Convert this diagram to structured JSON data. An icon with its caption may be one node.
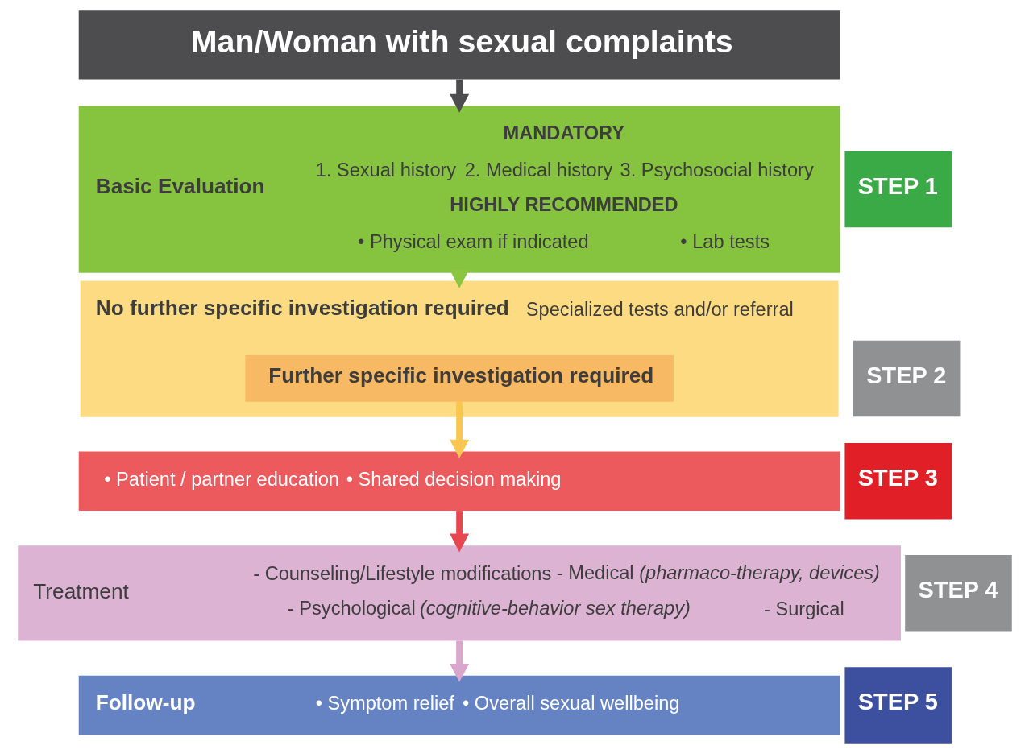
{
  "diagram": {
    "nodes": [
      {
        "text": [
          "Man/Woman with sexual complaints"
        ]
      },
      {
        "text": [
          "STEP 1"
        ]
      },
      {
        "text": [
          "Basic Evaluation",
          "MANDATORY",
          "1. Sexual history",
          "2. Medical history",
          "3. Psychosocial history",
          "HIGHLY RECOMMENDED",
          "• Physical exam if indicated",
          "• Lab tests"
        ]
      },
      {
        "text": [
          "STEP 2"
        ]
      },
      {
        "text": [
          "No further specific investigation required",
          "Specialized tests and/or referral"
        ]
      },
      {
        "text": [
          "Further specific investigation required"
        ],
        "in": 4
      },
      {
        "text": [
          "STEP 3"
        ]
      },
      {
        "text": [
          "• Patient / partner education",
          "• Shared decision making"
        ]
      },
      {
        "text": [
          "STEP 4"
        ]
      },
      {
        "text": [
          "Treatment",
          "- Counseling/Lifestyle modifications",
          "- Psychological *(cognitive-behavior sex therapy)*",
          "- Medical *(pharmaco-therapy, devices)*",
          "- Surgical"
        ]
      },
      {
        "text": [
          "STEP 5"
        ]
      },
      {
        "text": [
          "Follow-up",
          "• Symptom relief",
          "• Overall sexual wellbeing"
        ]
      }
    ],
    "edges": [
      {
        "from": 0,
        "to": 2,
        "arrow": "to",
        "color": "#4d4d4f"
      },
      {
        "from": 2,
        "to": 4,
        "arrow": "to",
        "color": "#8cc63f"
      },
      {
        "from": 5,
        "to": 7,
        "arrow": "to",
        "color": "#f9c74f"
      },
      {
        "from": 7,
        "to": 9,
        "arrow": "to",
        "color": "#e9474f"
      },
      {
        "from": 9,
        "to": 11,
        "arrow": "to",
        "color": "#d9a6cc"
      }
    ]
  }
}
